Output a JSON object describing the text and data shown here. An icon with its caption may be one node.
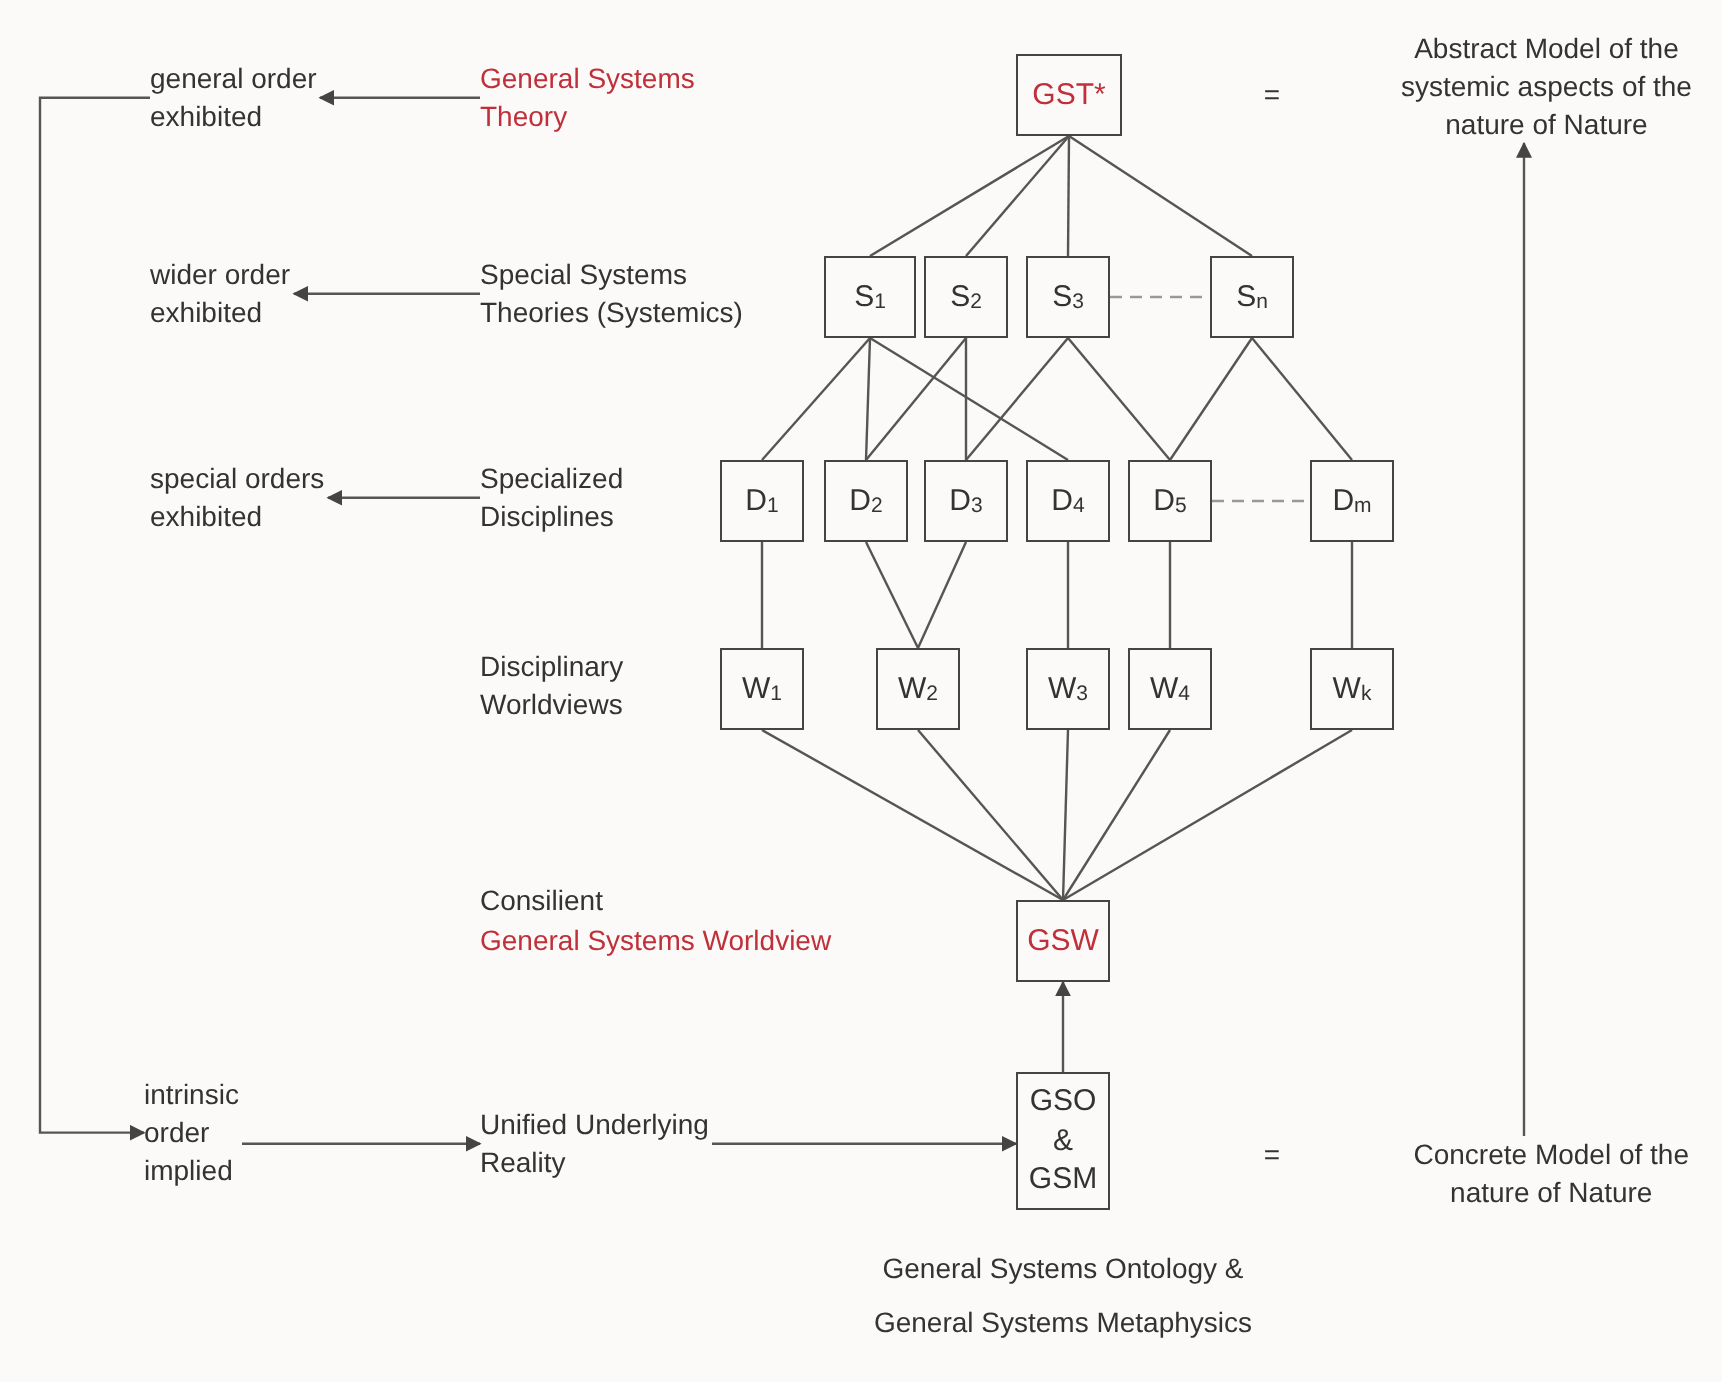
{
  "diagram": {
    "nodes": [
      {
        "text": [
          "general order exhibited"
        ]
      },
      {
        "text": [
          "General Systems Theory"
        ]
      },
      {
        "text": [
          "GST*"
        ]
      },
      {
        "text": [
          "Abstract Model of the systemic aspects of the nature of Nature"
        ]
      },
      {
        "text": [
          "wider order exhibited"
        ]
      },
      {
        "text": [
          "Special Systems Theories (Systemics)"
        ]
      },
      {
        "text": [
          "S$_{1}$"
        ]
      },
      {
        "text": [
          "S$_{2}$"
        ]
      },
      {
        "text": [
          "S$_{3}$"
        ]
      },
      {
        "text": [
          "S$_{n}$"
        ]
      },
      {
        "text": [
          "special orders exhibited"
        ]
      },
      {
        "text": [
          "Specialized Disciplines"
        ]
      },
      {
        "text": [
          "D$_{1}$"
        ]
      },
      {
        "text": [
          "D$_{2}$"
        ]
      },
      {
        "text": [
          "D$_{3}$"
        ]
      },
      {
        "text": [
          "D$_{4}$"
        ]
      },
      {
        "text": [
          "D$_{5}$"
        ]
      },
      {
        "text": [
          "D$_{m}$"
        ]
      },
      {
        "text": [
          "W$_{1}$"
        ]
      },
      {
        "text": [
          "W$_{2}$"
        ]
      },
      {
        "text": [
          "W$_{3}$"
        ]
      },
      {
        "text": [
          "W$_{4}$"
        ]
      },
      {
        "text": [
          "W$_{k}$"
        ]
      },
      {
        "text": [
          "GSW"
        ]
      },
      {
        "text": [
          "intrinsic order implied"
        ]
      },
      {
        "text": [
          "Unified Underlying Reality"
        ]
      },
      {
        "text": [
          "GSO & GSM"
        ],
        "beside": [
          "General Systems Ontology & General Systems Metaphysics"
        ]
      },
      {
        "text": [
          "Concrete Model of the nature of Nature"
        ]
      }
    ],
    "edges": [
      {
        "from": 1,
        "to": 0,
        "arrow": "to"
      },
      {
        "from": 5,
        "to": 4,
        "arrow": "to"
      },
      {
        "from": 11,
        "to": 10,
        "arrow": "to"
      },
      {
        "from": 2,
        "to": 6,
        "arrow": "none"
      },
      {
        "from": 2,
        "to": 7,
        "arrow": "none"
      },
      {
        "from": 2,
        "to": 8,
        "arrow": "none"
      },
      {
        "from": 2,
        "to": 9,
        "arrow": "none"
      },
      {
        "from": 6,
        "to": 12,
        "arrow": "none"
      },
      {
        "from": 6,
        "to": 13,
        "arrow": "none"
      },
      {
        "from": 6,
        "to": 15,
        "arrow": "none"
      },
      {
        "from": 7,
        "to": 13,
        "arrow": "none"
      },
      {
        "from": 7,
        "to": 14,
        "arrow": "none"
      },
      {
        "from": 8,
        "to": 14,
        "arrow": "none"
      },
      {
        "from": 8,
        "to": 16,
        "arrow": "none"
      },
      {
        "from": 9,
        "to": 16,
        "arrow": "none"
      },
      {
        "from": 9,
        "to": 17,
        "arrow": "none"
      },
      {
        "from": 12,
        "to": 18,
        "arrow": "none"
      },
      {
        "from": 13,
        "to": 19,
        "arrow": "none"
      },
      {
        "from": 14,
        "to": 19,
        "arrow": "none"
      },
      {
        "from": 15,
        "to": 20,
        "arrow": "none"
      },
      {
        "from": 16,
        "to": 21,
        "arrow": "none"
      },
      {
        "from": 17,
        "to": 22,
        "arrow": "none"
      },
      {
        "from": 18,
        "to": 23,
        "arrow": "none"
      },
      {
        "from": 19,
        "to": 23,
        "arrow": "none"
      },
      {
        "from": 20,
        "to": 23,
        "arrow": "none"
      },
      {
        "from": 21,
        "to": 23,
        "arrow": "none"
      },
      {
        "from": 22,
        "to": 23,
        "arrow": "none"
      },
      {
        "from": 26,
        "to": 23,
        "arrow": "to"
      },
      {
        "from": 0,
        "to": 24,
        "arrow": "to"
      },
      {
        "from": 24,
        "to": 25,
        "arrow": "to"
      },
      {
        "from": 25,
        "to": 26,
        "arrow": "to"
      },
      {
        "from": 27,
        "to": 3,
        "arrow": "to"
      },
      {
        "from": 8,
        "to": 9,
        "arrow": "none",
        "style": "dashed",
        "color": "#999999"
      },
      {
        "from": 16,
        "to": 17,
        "arrow": "none",
        "style": "dashed",
        "color": "#999999"
      }
    ],
    "labels": [
      "=",
      "Disciplinary Worldviews",
      "Consilient",
      "General Systems Worldview",
      "="
    ]
  }
}
